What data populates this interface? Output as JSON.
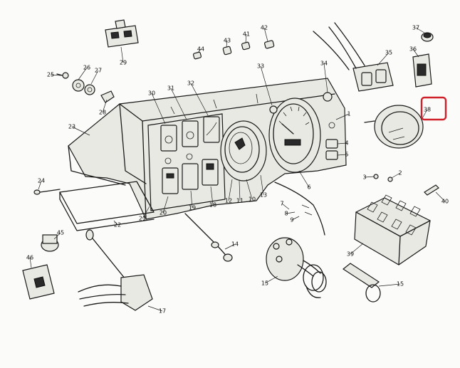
{
  "diagram": {
    "highlight_color": "#d0202a",
    "highlighted_part": "38",
    "callouts": [
      "1",
      "2",
      "3",
      "4",
      "5",
      "6",
      "7",
      "8",
      "9",
      "10",
      "11",
      "12",
      "13",
      "14",
      "15",
      "15",
      "17",
      "18",
      "19",
      "20",
      "21",
      "22",
      "23",
      "24",
      "25",
      "26",
      "27",
      "28",
      "29",
      "30",
      "31",
      "32",
      "33",
      "34",
      "35",
      "36",
      "37",
      "38",
      "39",
      "40",
      "41",
      "42",
      "43",
      "44",
      "45",
      "46"
    ]
  }
}
